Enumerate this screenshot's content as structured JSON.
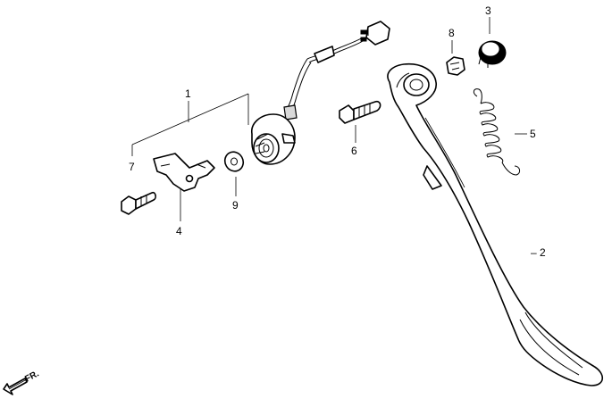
{
  "labels": {
    "p1": "1",
    "p2": "– 2",
    "p3": "3",
    "p4": "4",
    "p5": "5",
    "p6": "6",
    "p7": "7",
    "p8": "8",
    "p9": "9"
  },
  "direction": {
    "text": "FR."
  }
}
